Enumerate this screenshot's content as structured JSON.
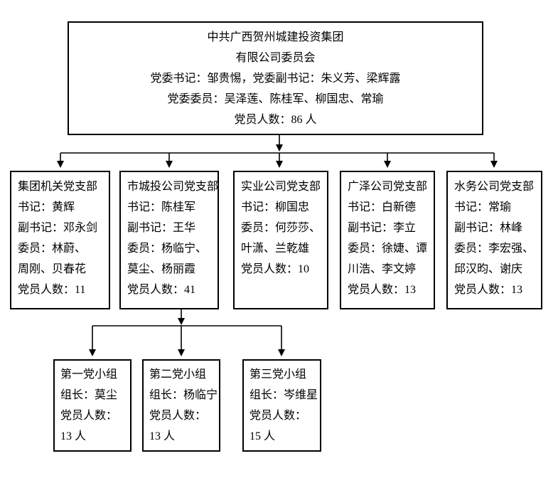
{
  "chart": {
    "root": {
      "lines": [
        "中共广西贺州城建投资集团",
        "有限公司委员会",
        "党委书记：邹贵惕，党委副书记：朱义芳、梁辉露",
        "党委委员：吴泽莲、陈桂军、柳国忠、常瑜",
        "党员人数：86 人"
      ]
    },
    "branches": [
      {
        "name": "集团机关党支部",
        "lines": [
          "集团机关党支部",
          "书记：黄辉",
          "副书记：邓永剑",
          "委员：林蔚、",
          "周刚、贝春花",
          "党员人数：11"
        ]
      },
      {
        "name": "市城投公司党支部",
        "lines": [
          "市城投公司党支部",
          "书记：陈桂军",
          "副书记：王华",
          "委员：杨临宁、",
          "莫尘、杨丽霞",
          "党员人数：41"
        ]
      },
      {
        "name": "实业公司党支部",
        "lines": [
          "实业公司党支部",
          "书记：柳国忠",
          "委员：何莎莎、",
          "叶潇、兰乾雄",
          "党员人数：10"
        ]
      },
      {
        "name": "广泽公司党支部",
        "lines": [
          "广泽公司党支部",
          "书记：白新德",
          "副书记：李立",
          "委员：徐婕、谭",
          "川浩、李文婷",
          "党员人数：13"
        ]
      },
      {
        "name": "水务公司党支部",
        "lines": [
          "水务公司党支部",
          "书记：常瑜",
          "副书记：林峰",
          "委员：李宏强、",
          "邱汉昀、谢庆",
          "党员人数：13"
        ]
      }
    ],
    "groups": [
      {
        "name": "第一党小组",
        "lines": [
          "第一党小组",
          "组长：莫尘",
          "党员人数：",
          "13 人"
        ]
      },
      {
        "name": "第二党小组",
        "lines": [
          "第二党小组",
          "组长：杨临宁",
          "党员人数：",
          "13 人"
        ]
      },
      {
        "name": "第三党小组",
        "lines": [
          "第三党小组",
          "组长：岑维星",
          "党员人数：",
          "15 人"
        ]
      }
    ]
  },
  "colors": {
    "line": "#000000",
    "background": "#ffffff",
    "text": "#000000"
  }
}
